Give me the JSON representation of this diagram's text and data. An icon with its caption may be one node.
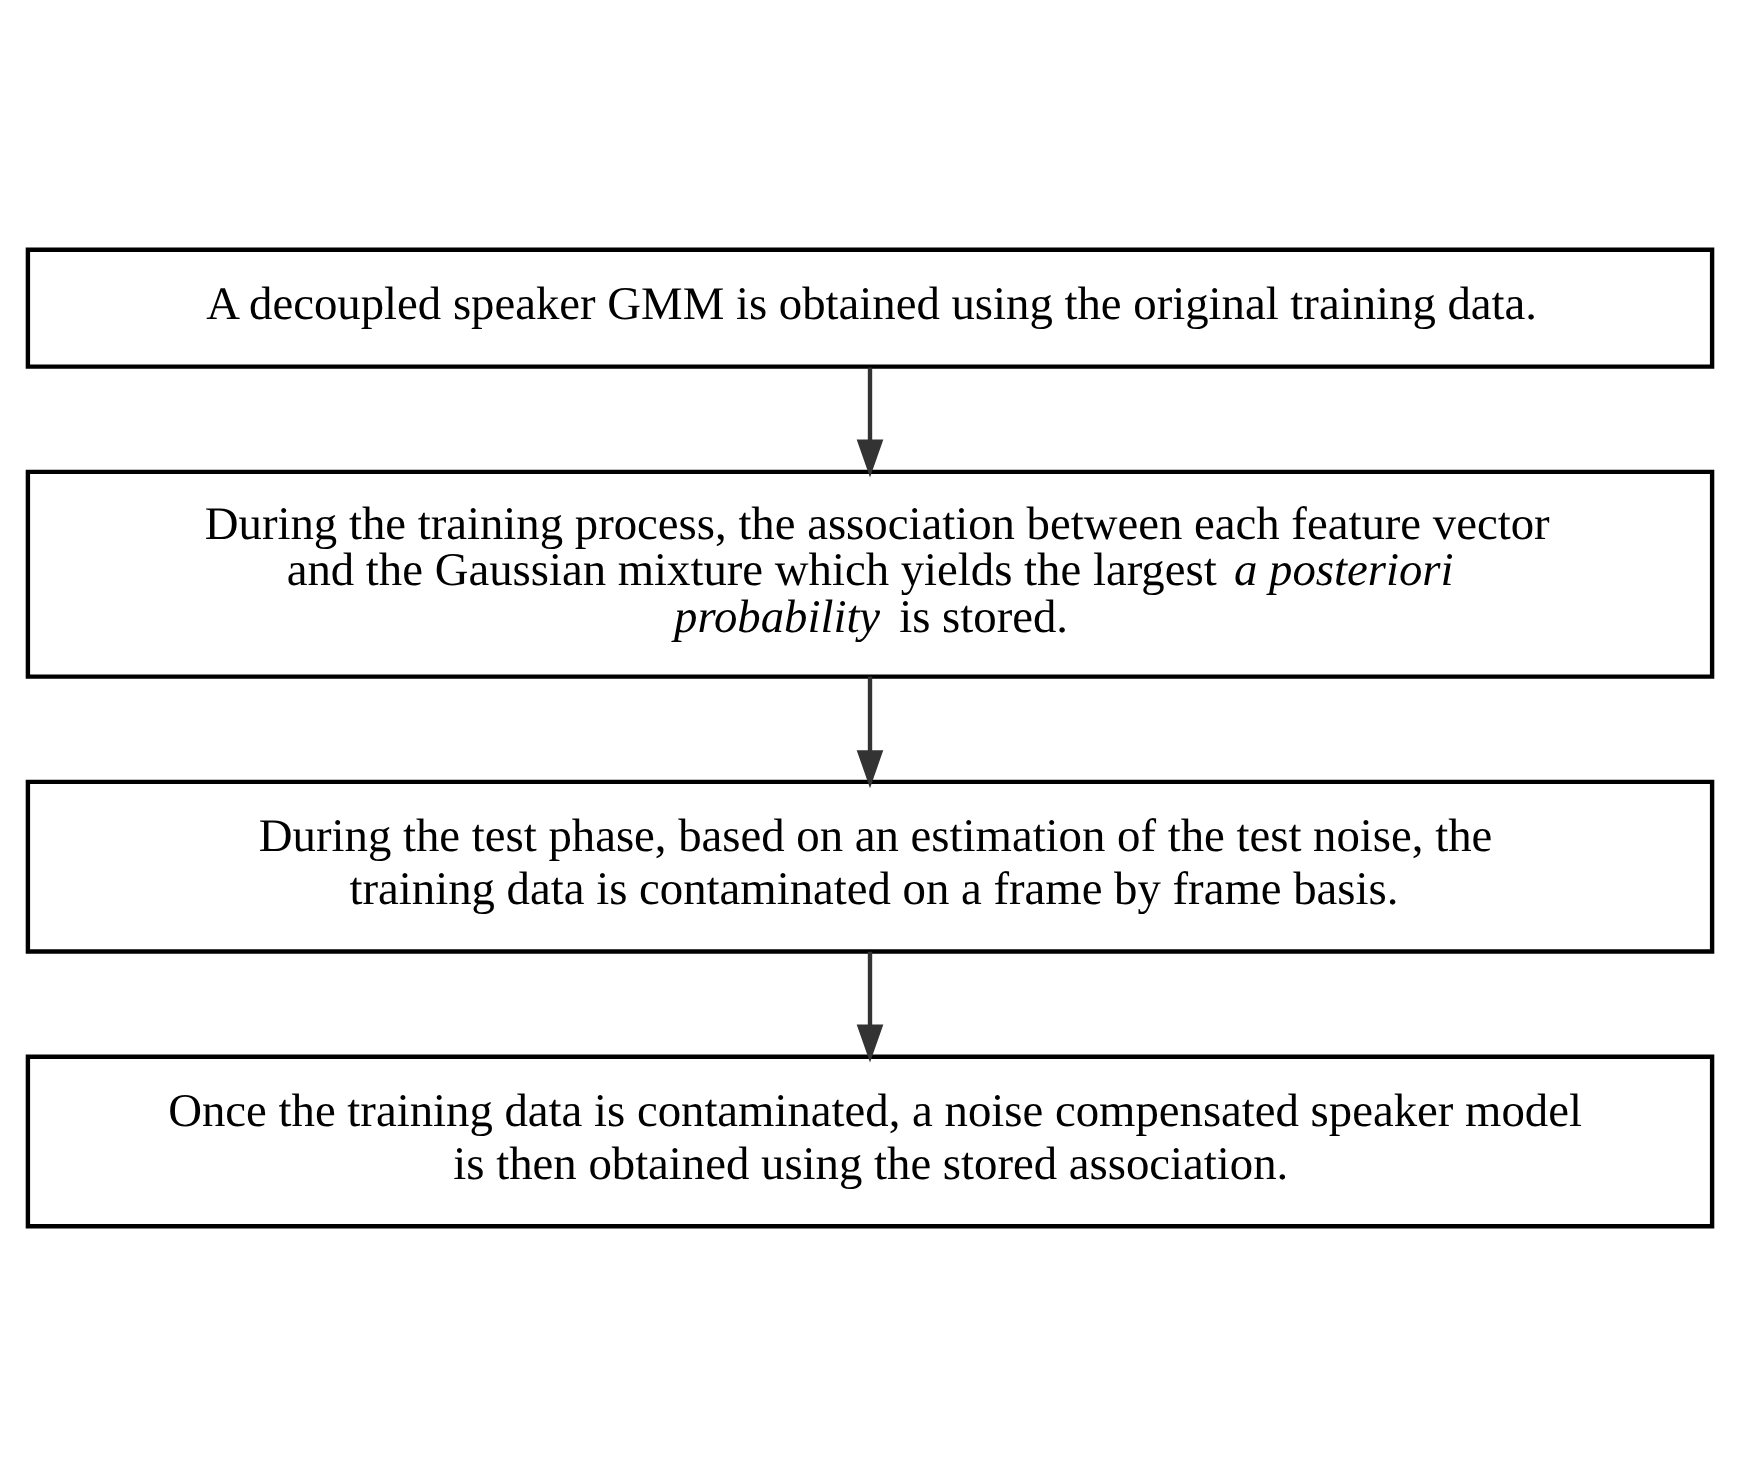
{
  "diagram": {
    "nodes": [
      {
        "text": [
          "A decoupled speaker GMM is obtained using the original training data."
        ]
      },
      {
        "text": [
          "During the training process, the association between each feature vector and the Gaussian mixture which yields the largest *a posteriori probability* is stored."
        ]
      },
      {
        "text": [
          "During the test phase, based on an estimation of the test noise, the training data is contaminated on a frame by frame basis."
        ]
      },
      {
        "text": [
          "Once the training data is contaminated, a noise compensated speaker model is then obtained using the stored association."
        ]
      }
    ],
    "edges": [
      {
        "from": 0,
        "to": 1,
        "arrow": "to"
      },
      {
        "from": 1,
        "to": 2,
        "arrow": "to"
      },
      {
        "from": 2,
        "to": 3,
        "arrow": "to"
      }
    ]
  }
}
